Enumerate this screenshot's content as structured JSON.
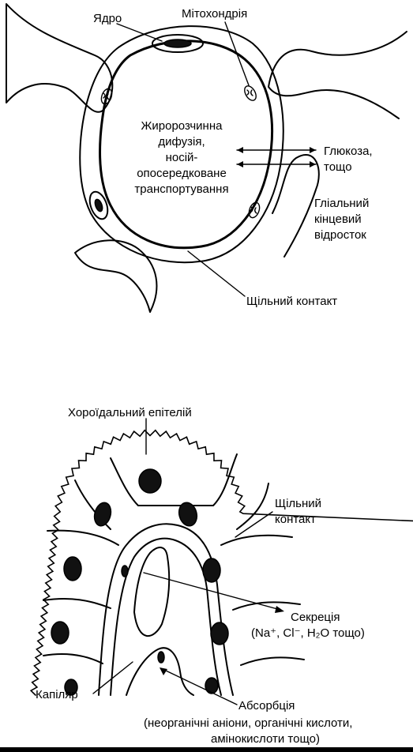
{
  "figure_top": {
    "label_nucleus": "Ядро",
    "label_mitochondria": "Мітохондрія",
    "center_text": [
      "Жиророзчинна",
      "дифузія,",
      "носій-",
      "опосередковане",
      "транспортування"
    ],
    "label_glucose": [
      "Глюкоза,",
      "тощо"
    ],
    "label_glial": [
      "Гліальний",
      "кінцевий",
      "відросток"
    ],
    "label_tight_junction": "Щільний контакт"
  },
  "figure_bottom": {
    "label_choroid": "Хороїдальний епітелій",
    "label_tight_junction": [
      "Щільний",
      "контакт"
    ],
    "label_secretion": "Секреція",
    "label_secretion_detail": "(Na⁺, Cl⁻, H₂O тощо)",
    "label_capillary": "Капіляр",
    "label_absorption": "Абсорбція",
    "label_absorption_detail": [
      "(неорганічні аніони, органічні кислоти,",
      "амінокислоти тощо)"
    ]
  }
}
